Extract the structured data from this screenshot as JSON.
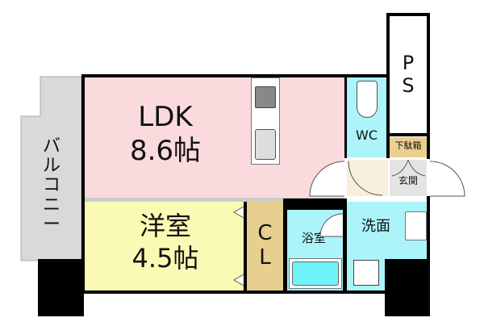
{
  "rooms": {
    "ldk": {
      "name": "LDK",
      "size": "8.6帖",
      "color": "#fadadd"
    },
    "western": {
      "name": "洋室",
      "size": "4.5帖",
      "color": "#fafab4"
    },
    "closet": {
      "name": "C",
      "name2": "L",
      "color": "#e8cf8f"
    },
    "bath": {
      "name": "浴室",
      "color": "#aaf4fa"
    },
    "washroom": {
      "name": "洗面",
      "color": "#aaf4fa"
    },
    "toilet": {
      "name": "WC",
      "color": "#aaf4fa"
    },
    "pipe_space": {
      "name": "P",
      "name2": "S"
    },
    "shoe_box": {
      "name": "下駄箱",
      "color": "#ebcf8f"
    },
    "entrance": {
      "name": "玄関"
    },
    "balcony": {
      "name": "バルコニー",
      "color": "#d9d9d9"
    }
  }
}
